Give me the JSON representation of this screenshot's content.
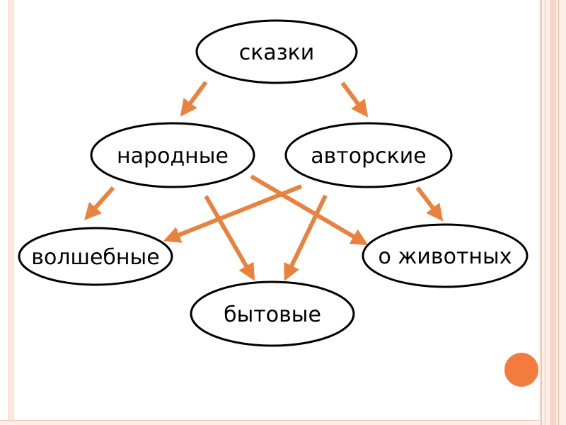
{
  "diagram": {
    "nodes": [
      {
        "id": "skazki",
        "label": "сказки"
      },
      {
        "id": "narodnye",
        "label": "народные"
      },
      {
        "id": "avtorskie",
        "label": "авторские"
      },
      {
        "id": "volshebnye",
        "label": "волшебные"
      },
      {
        "id": "o-zhivotnyh",
        "label": "о животных"
      },
      {
        "id": "bytovye",
        "label": "бытовые"
      }
    ],
    "edges": [
      {
        "from": "skazki",
        "to": "narodnye"
      },
      {
        "from": "skazki",
        "to": "avtorskie"
      },
      {
        "from": "narodnye",
        "to": "volshebnye"
      },
      {
        "from": "narodnye",
        "to": "bytovye"
      },
      {
        "from": "narodnye",
        "to": "o-zhivotnyh"
      },
      {
        "from": "avtorskie",
        "to": "volshebnye"
      },
      {
        "from": "avtorskie",
        "to": "bytovye"
      },
      {
        "from": "avtorskie",
        "to": "o-zhivotnyh"
      }
    ]
  },
  "colors": {
    "arrow": "#e8823c",
    "accent_dot": "#f47b3e",
    "frame": "#f2c9b5"
  }
}
